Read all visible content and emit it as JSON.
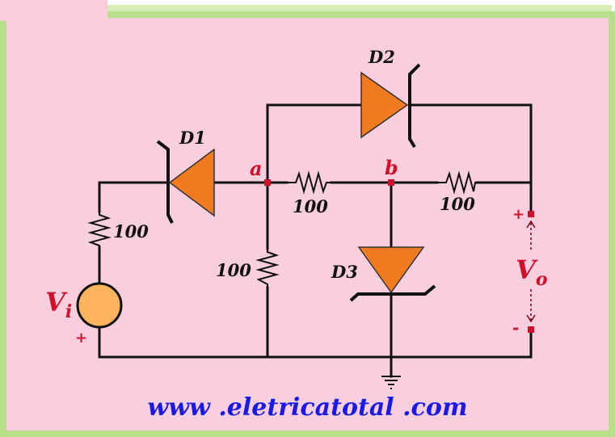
{
  "colors": {
    "background": "#f9cfe0",
    "border": "#b8e08a",
    "wire": "#111111",
    "component_fill": "#f07a20",
    "node": "#d0102a",
    "url": "#1a1ae6"
  },
  "diodes": {
    "d1": "D1",
    "d2": "D2",
    "d3": "D3"
  },
  "nodes": {
    "a": "a",
    "b": "b"
  },
  "resistors": {
    "r_source": "100",
    "r_ab": "100",
    "r_b_out": "100",
    "r_a_ground": "100"
  },
  "source": {
    "label": "V",
    "subscript": "i",
    "plus": "+"
  },
  "output": {
    "label": "V",
    "subscript": "o",
    "plus": "+",
    "minus": "-"
  },
  "footer_url": "www .eletricatotal .com"
}
